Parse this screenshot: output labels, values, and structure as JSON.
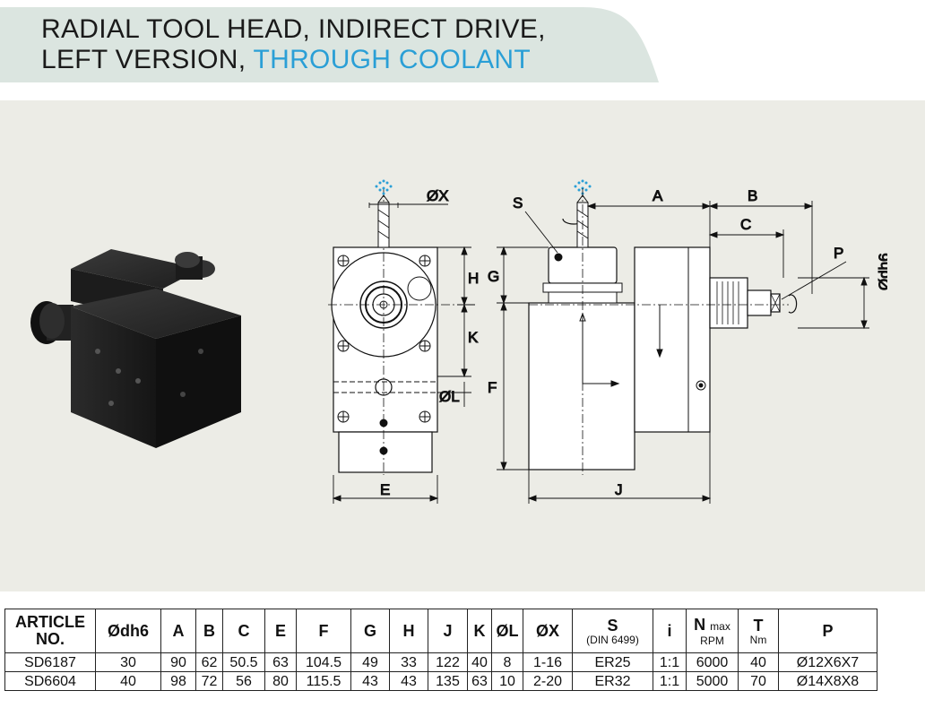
{
  "header": {
    "title_line1": "RADIAL TOOL HEAD, INDIRECT DRIVE,",
    "title_line2_a": "LEFT VERSION,",
    "title_line2_b": "THROUGH COOLANT",
    "accent_color": "#2a9fd6",
    "band_color": "#dbe5e0"
  },
  "drawing": {
    "labels": {
      "x": "ØX",
      "a": "A",
      "b": "B",
      "c": "C",
      "s": "S",
      "p": "P",
      "g": "G",
      "h": "H",
      "k": "K",
      "f": "F",
      "l": "ØL",
      "e": "E",
      "j": "J",
      "dh6": "Ødh6"
    }
  },
  "table": {
    "headers": {
      "article": "ARTICLE NO.",
      "dh6": "Ødh6",
      "a": "A",
      "b": "B",
      "c": "C",
      "e": "E",
      "f": "F",
      "g": "G",
      "h": "H",
      "j": "J",
      "k": "K",
      "l": "ØL",
      "x": "ØX",
      "s": "S",
      "s_sub": "(DIN 6499)",
      "i": "i",
      "n": "N",
      "n_sup": "max",
      "n_sub": "RPM",
      "t": "T",
      "t_sub": "Nm",
      "p": "P"
    },
    "rows": [
      [
        "SD6187",
        "30",
        "90",
        "62",
        "50.5",
        "63",
        "104.5",
        "49",
        "33",
        "122",
        "40",
        "8",
        "1-16",
        "ER25",
        "1:1",
        "6000",
        "40",
        "Ø12X6X7"
      ],
      [
        "SD6604",
        "40",
        "98",
        "72",
        "56",
        "80",
        "115.5",
        "43",
        "43",
        "135",
        "63",
        "10",
        "2-20",
        "ER32",
        "1:1",
        "5000",
        "70",
        "Ø14X8X8"
      ]
    ]
  }
}
